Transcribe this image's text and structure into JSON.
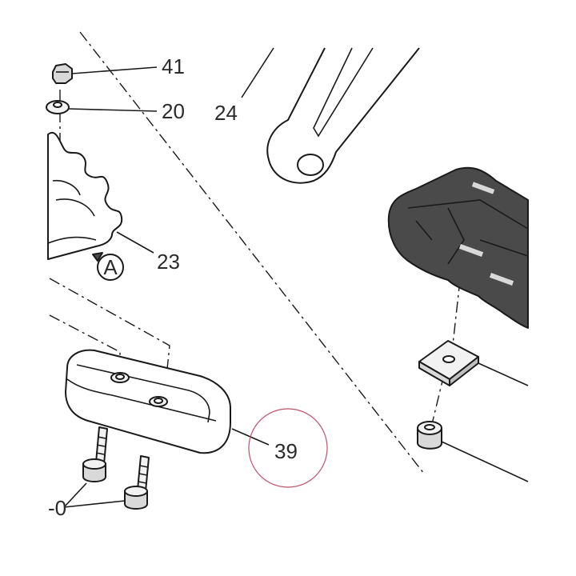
{
  "labels": {
    "p41": "41",
    "p20": "20",
    "p24": "24",
    "p23": "23",
    "view_a": "A",
    "p39": "39",
    "p40_partial": "-0"
  },
  "colors": {
    "line": "#1a1a1a",
    "text": "#2b2b2b",
    "part_fill": "#f2f2f2",
    "part_shade": "#d9d9d9",
    "dark_part": "#4a4a4a",
    "highlight_circle": "#c0506a"
  }
}
